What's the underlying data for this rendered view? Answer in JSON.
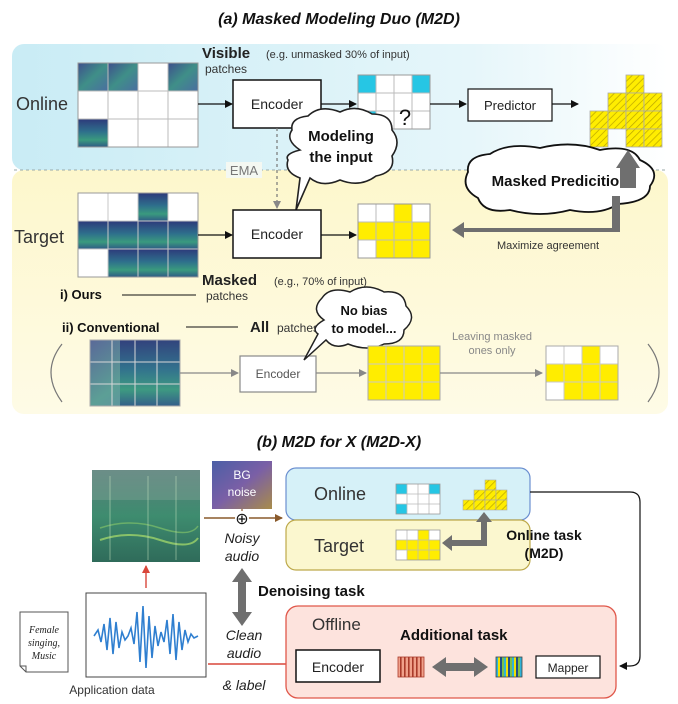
{
  "title_a": "(a) Masked Modeling Duo (M2D)",
  "title_b": "(b) M2D for X (M2D-X)",
  "a": {
    "online_label": "Online",
    "target_label": "Target",
    "visible_word": "Visible",
    "visible_note": "(e.g. unmasked 30% of input)",
    "patches_word": "patches",
    "masked_word": "Masked",
    "masked_note": "(e.g., 70% of input)",
    "encoder_label": "Encoder",
    "predictor_label": "Predictor",
    "question_mark": "?",
    "ema_label": "EMA",
    "bubble_modeling_line1": "Modeling",
    "bubble_modeling_line2": "the input",
    "bubble_masked_prediction": "Masked Predicition",
    "maximize_agreement": "Maximize agreement",
    "ours_label": "i) Ours",
    "conventional_label": "ii) Conventional",
    "all_word": "All",
    "all_patches_word": "patches",
    "bubble_nobias_line1": "No bias",
    "bubble_nobias_line2": "to model...",
    "leaving_line1": "Leaving masked",
    "leaving_line2": "ones only"
  },
  "b": {
    "bg_noise_line1": "BG",
    "bg_noise_line2": "noise",
    "plus_symbol": "⊕",
    "noisy_line1": "Noisy",
    "noisy_line2": "audio",
    "online_label": "Online",
    "target_label": "Target",
    "online_task_line1": "Online task",
    "online_task_line2": "(M2D)",
    "denoising_task": "Denoising task",
    "offline_label": "Offline",
    "additional_task": "Additional task",
    "encoder_label": "Encoder",
    "mapper_label": "Mapper",
    "clean_line1": "Clean",
    "clean_line2": "audio",
    "clean_line3": "& label",
    "doc_line1": "Female",
    "doc_line2": "singing,",
    "doc_line3": "Music",
    "application_data": "Application data"
  },
  "colors": {
    "online_panel": "#d6f1f8",
    "target_panel": "#fcf8d2",
    "visible_cyan": "#26c6e4",
    "masked_yellow": "#ffed00",
    "offline_fill": "#fde3dd",
    "offline_border": "#e0574a",
    "clean_arrow": "#d9463a",
    "noisy_arrow": "#8a5a2b"
  }
}
